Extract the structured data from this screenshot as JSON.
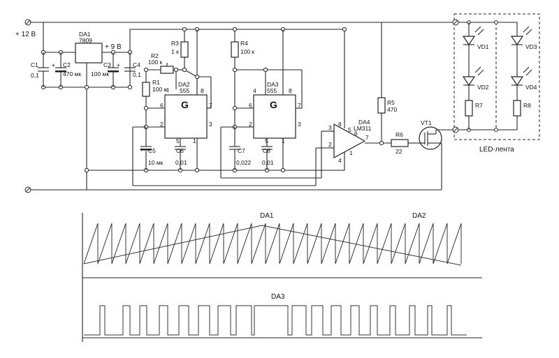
{
  "power": {
    "plus12": "+ 12 В",
    "plus9": "+ 9 В"
  },
  "regulator": {
    "ref": "DA1",
    "part": "7809"
  },
  "capacitors": {
    "c1": {
      "ref": "C1",
      "val": "0,1"
    },
    "c2": {
      "ref": "C2",
      "val": "470 мк"
    },
    "c3": {
      "ref": "C3",
      "val": "100 мк"
    },
    "c4": {
      "ref": "C4",
      "val": "0,1"
    },
    "c5": {
      "ref": "C5",
      "val": "10 мк"
    },
    "c6": {
      "ref": "C6",
      "val": "0,01"
    },
    "c7": {
      "ref": "C7",
      "val": "0,022"
    },
    "c8": {
      "ref": "C8",
      "val": "0,01"
    }
  },
  "resistors": {
    "r1": {
      "ref": "R1",
      "val": "100 к"
    },
    "r2": {
      "ref": "R2",
      "val": "100 к"
    },
    "r3": {
      "ref": "R3",
      "val": "1 к"
    },
    "r4": {
      "ref": "R4",
      "val": "100 к"
    },
    "r5": {
      "ref": "R5",
      "val": "470"
    },
    "r6": {
      "ref": "R6",
      "val": "22"
    },
    "r7": {
      "ref": "R7"
    },
    "r8": {
      "ref": "R8"
    }
  },
  "da2": {
    "ref": "DA2",
    "part": "555",
    "func": "G",
    "p2": "2",
    "p3": "3",
    "p4": "4",
    "p6": "6",
    "p7": "7",
    "p8": "8",
    "p1": "1",
    "p5": "5"
  },
  "da3": {
    "ref": "DA3",
    "part": "555",
    "func": "G",
    "p2": "2",
    "p3": "3",
    "p4": "4",
    "p6": "6",
    "p7": "7",
    "p8": "8",
    "p1": "1",
    "p5": "5"
  },
  "da4": {
    "ref": "DA4",
    "part": "LM311",
    "p2": "2",
    "p3": "3",
    "p4": "4",
    "p5": "5",
    "p6": "6",
    "p7": "7",
    "p8": "8",
    "p1": "1"
  },
  "transistor": {
    "ref": "VT1"
  },
  "leds": {
    "vd1": "VD1",
    "vd2": "VD2",
    "vd3": "VD3",
    "vd4": "VD4"
  },
  "strip_label": "LED-лента",
  "waveforms": {
    "label_da1": "DA1",
    "label_da2": "DA2",
    "label_da3": "DA3"
  }
}
